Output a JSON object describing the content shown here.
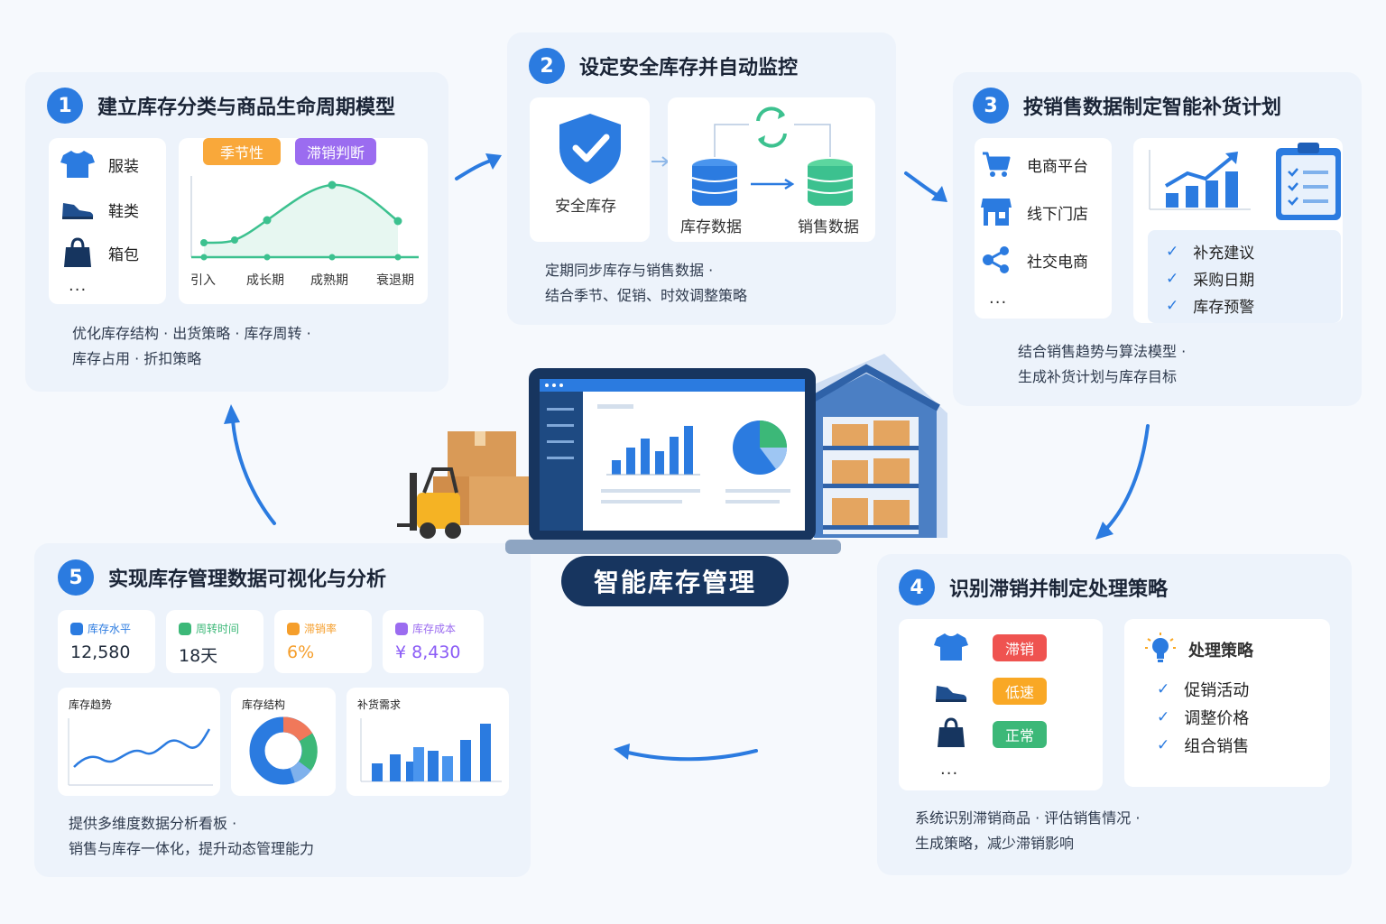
{
  "center_label": "智能库存管理",
  "step1": {
    "number": "1",
    "title": "建立库存分类与商品生命周期模型",
    "categories": [
      "服装",
      "鞋类",
      "箱包"
    ],
    "more": "...",
    "tags": [
      "季节性",
      "滞销判断"
    ],
    "stages": [
      "引入",
      "成长期",
      "成熟期",
      "衰退期"
    ],
    "desc_lines": [
      "优化库存结构 · 出货策略 · 库存周转 ·",
      "库存占用 · 折扣策略"
    ]
  },
  "step2": {
    "number": "2",
    "title": "设定安全库存并自动监控",
    "safety_label": "安全库存",
    "inventory_label": "库存数据",
    "sales_label": "销售数据",
    "desc_lines": [
      "定期同步库存与销售数据 ·",
      "结合季节、促销、时效调整策略"
    ]
  },
  "step3": {
    "number": "3",
    "title": "按销售数据制定智能补货计划",
    "channels": [
      "电商平台",
      "线下门店",
      "社交电商"
    ],
    "more": "...",
    "checklist": [
      "补充建议",
      "采购日期",
      "库存预警"
    ],
    "desc_lines": [
      "结合销售趋势与算法模型 ·",
      "生成补货计划与库存目标"
    ]
  },
  "step4": {
    "number": "4",
    "title": "识别滞销并制定处理策略",
    "statuses": [
      {
        "label": "滞销",
        "color": "#ef5350"
      },
      {
        "label": "低速",
        "color": "#f9a825"
      },
      {
        "label": "正常",
        "color": "#3cb878"
      }
    ],
    "more": "...",
    "strategy_title": "处理策略",
    "strategies": [
      "促销活动",
      "调整价格",
      "组合销售"
    ],
    "desc_lines": [
      "系统识别滞销商品 · 评估销售情况 ·",
      "生成策略，减少滞销影响"
    ]
  },
  "step5": {
    "number": "5",
    "title": "实现库存管理数据可视化与分析",
    "kpis": [
      {
        "label": "库存水平",
        "value": "12,580",
        "color": "#2b7be0",
        "value_color": "#1f2a3a"
      },
      {
        "label": "周转时间",
        "value": "18天",
        "color": "#3cb878",
        "value_color": "#1f2a3a"
      },
      {
        "label": "滞销率",
        "value": "6%",
        "color": "#f59e2b",
        "value_color": "#f59e2b"
      },
      {
        "label": "库存成本",
        "value": "¥ 8,430",
        "color": "#9b6cf0",
        "value_color": "#8b5cf6"
      }
    ],
    "mini_titles": [
      "库存趋势",
      "库存结构",
      "补货需求"
    ],
    "desc_lines": [
      "提供多维度数据分析看板 ·",
      "销售与库存一体化，提升动态管理能力"
    ]
  },
  "colors": {
    "accent": "#2b7be0",
    "dark": "#17355f",
    "green": "#3cc18f"
  }
}
